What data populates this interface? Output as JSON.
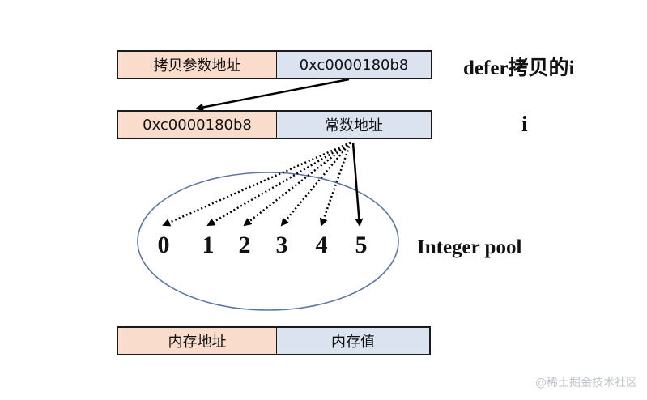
{
  "colors": {
    "left_cell": "#f9dccb",
    "right_cell": "#dbe3f1",
    "ellipse_stroke": "#5b78a8",
    "arrow": "#000000"
  },
  "rows": {
    "defer_copy": {
      "left": "拷贝参数地址",
      "right": "0xc0000180b8",
      "label": "defer拷贝的i"
    },
    "i": {
      "left": "0xc0000180b8",
      "right": "常数地址",
      "label": "i"
    }
  },
  "pool": {
    "label": "Integer pool",
    "numbers": [
      "0",
      "1",
      "2",
      "3",
      "4",
      "5"
    ],
    "pointed_index": 5
  },
  "legend": {
    "left": "内存地址",
    "right": "内存值"
  },
  "watermark": "@稀土掘金技术社区"
}
